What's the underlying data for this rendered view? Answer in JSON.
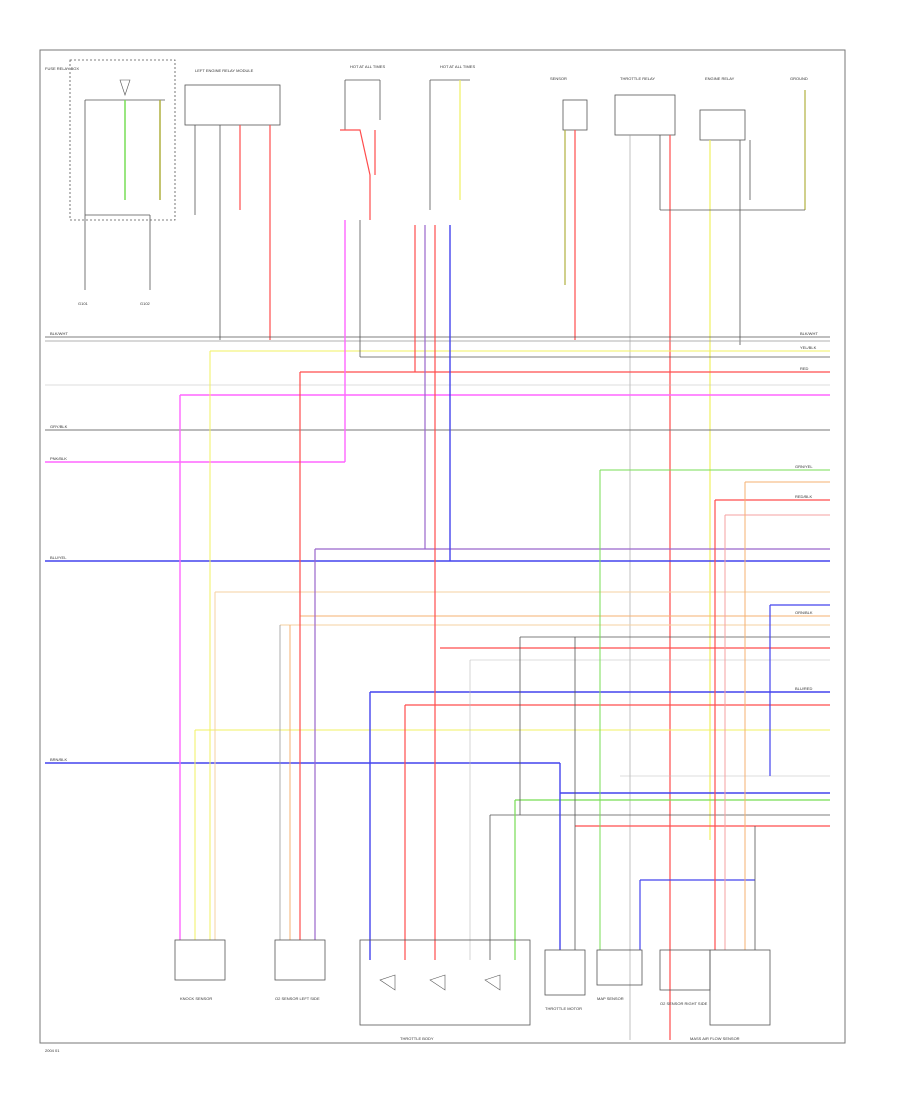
{
  "diagram": {
    "page_label": "2004 01",
    "top_components": [
      {
        "id": "fuse_box",
        "label": "FUSE RELAY BOX"
      },
      {
        "id": "left_engine_relay",
        "label": "LEFT ENGINE RELAY MODULE"
      },
      {
        "id": "hot_at_all_times_1",
        "label": "HOT AT ALL TIMES"
      },
      {
        "id": "hot_at_all_times_2",
        "label": "HOT AT ALL TIMES"
      },
      {
        "id": "sensor_a",
        "label": "SENSOR"
      },
      {
        "id": "throttle_relay",
        "label": "THROTTLE RELAY"
      },
      {
        "id": "engine_relay",
        "label": "ENGINE RELAY"
      },
      {
        "id": "ground_right",
        "label": "GROUND"
      }
    ],
    "bottom_components": [
      {
        "id": "knock_sensor",
        "label": "KNOCK SENSOR"
      },
      {
        "id": "o2_sensor_left",
        "label": "O2 SENSOR LEFT SIDE"
      },
      {
        "id": "throttle_body",
        "label": "THROTTLE BODY"
      },
      {
        "id": "throttle_motor",
        "label": "THROTTLE MOTOR"
      },
      {
        "id": "map_sensor",
        "label": "MAP SENSOR"
      },
      {
        "id": "o2_sensor_right",
        "label": "O2 SENSOR RIGHT SIDE"
      },
      {
        "id": "mass_air_flow",
        "label": "MASS AIR FLOW SENSOR"
      }
    ],
    "ground_labels": [
      {
        "id": "g1",
        "label": "G101"
      },
      {
        "id": "g2",
        "label": "G102"
      }
    ],
    "wires": [
      {
        "id": "w1",
        "label": "BLK/WHT"
      },
      {
        "id": "w2",
        "label": "BLK/WHT"
      },
      {
        "id": "w3",
        "label": "YEL/BLK"
      },
      {
        "id": "w4",
        "label": "RED"
      },
      {
        "id": "w5",
        "label": "PNK/BLK"
      },
      {
        "id": "w6",
        "label": "GRY/BLK"
      },
      {
        "id": "w7",
        "label": "BLU/YEL"
      },
      {
        "id": "w8",
        "label": "GRN/YEL"
      },
      {
        "id": "w9",
        "label": "RED/BLK"
      },
      {
        "id": "w10",
        "label": "ORN/BLK"
      },
      {
        "id": "w11",
        "label": "BLU/RED"
      },
      {
        "id": "w12",
        "label": "BRN/BLK"
      }
    ],
    "colors": {
      "red": "#ff4d4d",
      "pink": "#ff66ff",
      "blue": "#4444ee",
      "yellow": "#f0f060",
      "green": "#77dd55",
      "orange": "#f5b070",
      "lightpink": "#f5a0a0",
      "gray": "#999999",
      "dark": "#555555",
      "olive": "#b0b040",
      "purple": "#9966cc"
    }
  }
}
